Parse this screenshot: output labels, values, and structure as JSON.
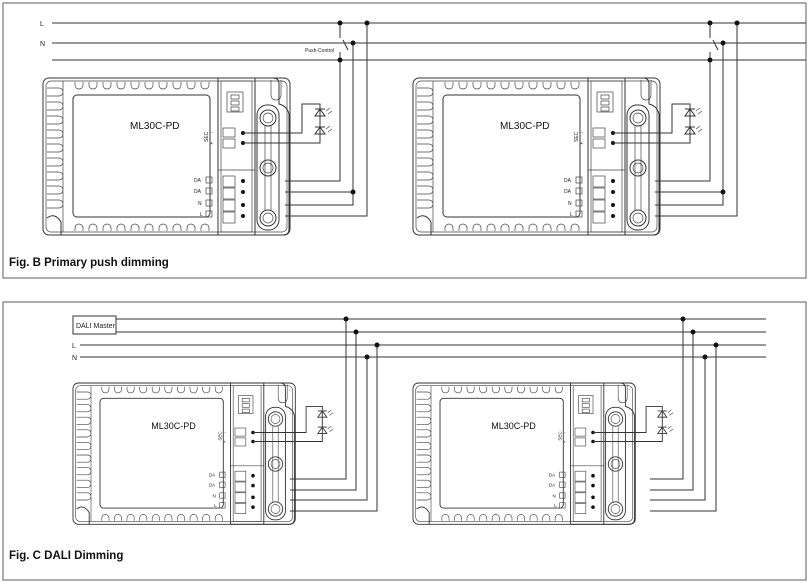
{
  "driver": {
    "model": "ML30C-PD",
    "sec_label": "SEC",
    "sec_minus": "-",
    "sec_plus": "+",
    "terminals": [
      "DA",
      "DA",
      "N",
      "L"
    ]
  },
  "fig_b": {
    "caption": "Fig. B Primary push dimming",
    "line_labels": [
      "L",
      "N"
    ],
    "switch_label": "Push-Control"
  },
  "fig_c": {
    "caption": "Fig. C DALI Dimming",
    "master_label": "DALI Master",
    "line_labels": [
      "L",
      "N"
    ]
  }
}
